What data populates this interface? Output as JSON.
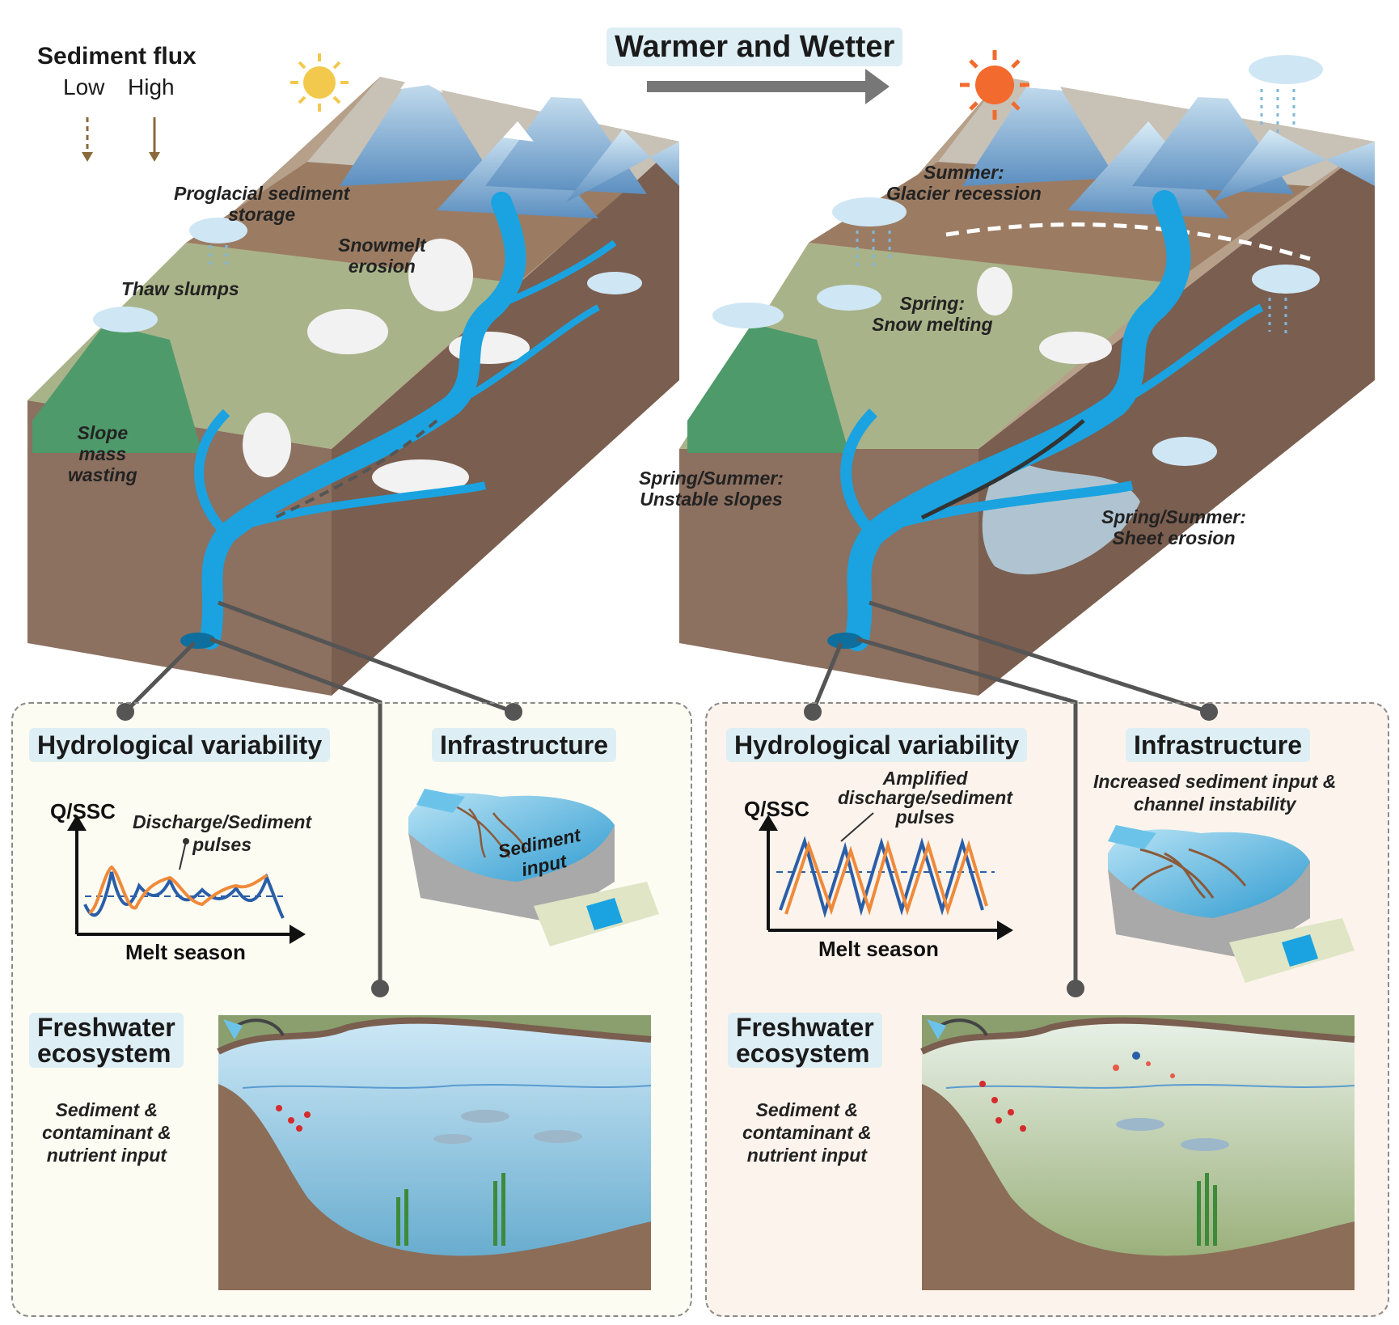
{
  "title": "Warmer and Wetter",
  "legend": {
    "title": "Sediment flux",
    "low": "Low",
    "high": "High"
  },
  "left_block": {
    "labels": {
      "proglacial": [
        "Proglacial sediment",
        "storage"
      ],
      "snowmelt": [
        "Snowmelt",
        "erosion"
      ],
      "thaw": "Thaw slumps",
      "slope": [
        "Slope",
        "mass",
        "wasting"
      ]
    }
  },
  "right_block": {
    "labels": {
      "glacier": [
        "Summer:",
        "Glacier recession"
      ],
      "spring": [
        "Spring:",
        "Snow melting"
      ],
      "unstable": [
        "Spring/Summer:",
        "Unstable slopes"
      ],
      "sheet": [
        "Spring/Summer:",
        "Sheet erosion"
      ]
    }
  },
  "left_panel": {
    "hydro_title": "Hydrological variability",
    "infra_title": "Infrastructure",
    "y_axis": "Q/SSC",
    "x_axis": "Melt season",
    "pulse_label": [
      "Discharge/Sediment",
      "pulses"
    ],
    "reservoir_label": [
      "Sediment",
      "input"
    ],
    "eco_title": [
      "Freshwater",
      "ecosystem"
    ],
    "eco_text": [
      "Sediment &",
      "contaminant &",
      "nutrient input"
    ]
  },
  "right_panel": {
    "hydro_title": "Hydrological variability",
    "infra_title": "Infrastructure",
    "y_axis": "Q/SSC",
    "x_axis": "Melt season",
    "pulse_label": [
      "Amplified",
      "discharge/sediment",
      "pulses"
    ],
    "infra_text": [
      "Increased sediment input &",
      "channel instability"
    ],
    "eco_title": [
      "Freshwater",
      "ecosystem"
    ],
    "eco_text": [
      "Sediment &",
      "contaminant &",
      "nutrient input"
    ]
  },
  "colors": {
    "river": "#1aa3e0",
    "sun_left": "#f2c94c",
    "sun_right": "#f26a2e",
    "discharge": "#2a5ea8",
    "sediment": "#ef8a3a",
    "ground": "#8a6a55",
    "grass": "#a9b389",
    "mountain": "#6b9ac4",
    "panel_left_bg": "#fdfcf2",
    "panel_right_bg": "#fcf4ec"
  }
}
